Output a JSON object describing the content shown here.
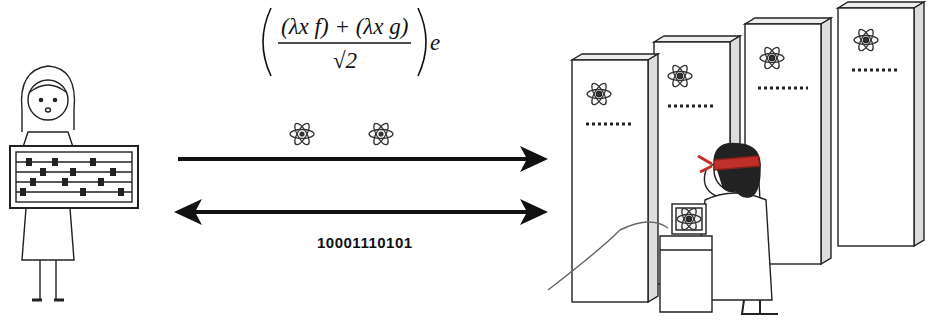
{
  "diagram": {
    "labels": [
      "(λx f) + (λx g)",
      "√2",
      "e",
      "10001110101"
    ]
  }
}
